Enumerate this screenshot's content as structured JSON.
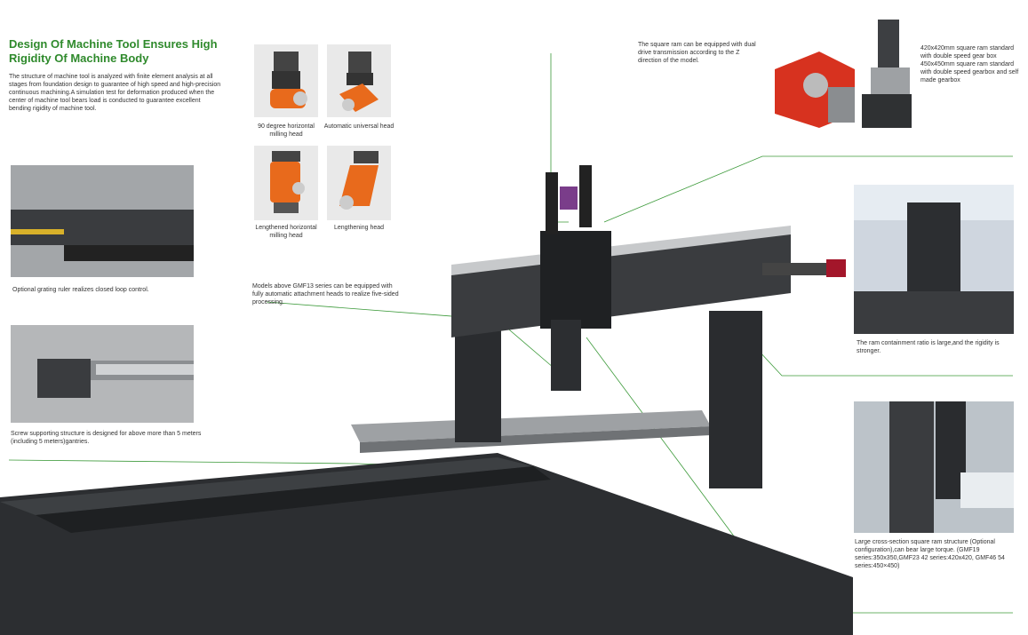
{
  "heading": {
    "title": "Design Of Machine Tool Ensures High Rigidity Of Machine Body"
  },
  "intro": "The structure of machine tool is analyzed with finite element analysis at all stages from foundation design to guarantee of high speed and high-precision continuous machining.A simulation test for deformation produced when the center of machine tool bears load is conducted to guarantee excellent bending rigidity of machine tool.",
  "heads": [
    {
      "label": "90 degree horizontal milling head"
    },
    {
      "label": "Automatic universal head"
    },
    {
      "label": "Lengthened horizontal milling head"
    },
    {
      "label": "Lengthening head"
    }
  ],
  "left_photos": [
    {
      "caption": "Optional grating ruler realizes closed loop control."
    },
    {
      "caption": "Screw supporting structure is designed for above more than 5 meters (including 5 meters)gantries."
    }
  ],
  "callouts": {
    "center_note": "Models above GMF13 series can be equipped with fully automatic attachment heads to realize five-sided processing.",
    "top_note": "The square ram can be equipped with dual drive transmission according to the Z direction of the model.",
    "gearbox_note": "420x420mm square ram standard with double speed gear box 450x450mm square ram standard with double speed gearbox and self made gearbox",
    "ram_ratio": "The ram containment ratio is large,and the rigidity is stronger.",
    "large_ram": "Large cross-section square ram structure (Optional configuration),can bear large torque. (GMF19 series:350x350,GMF23 42 series:420x420, GMF46 54 series:450×450)"
  },
  "colors": {
    "accent": "#2f8a2c",
    "machine_dark": "#2c2e31",
    "machine_orange": "#e86a1c"
  }
}
